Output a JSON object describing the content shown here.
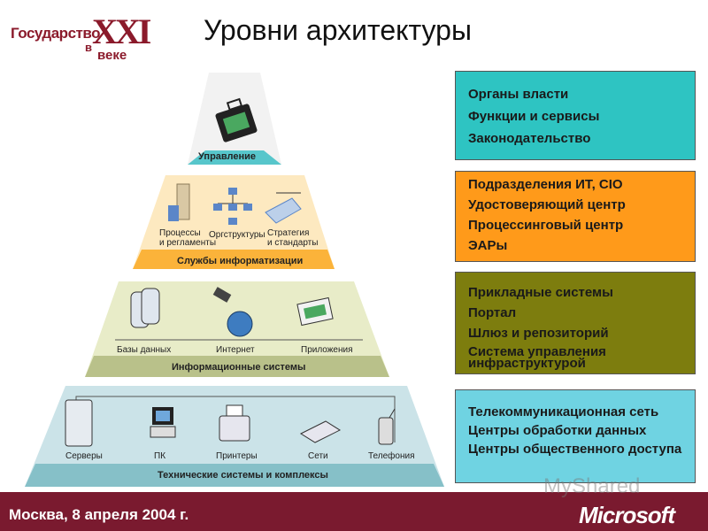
{
  "header": {
    "title": "Уровни архитектуры",
    "logo": {
      "line1": "Государство",
      "roman": "XXI",
      "prep": "в",
      "word": "веке"
    }
  },
  "pyramid": {
    "tier1": {
      "label": "Управление"
    },
    "tier2": {
      "label": "Службы информатизации",
      "items": [
        "Процессы и регламенты",
        "Оргструктуры",
        "Стратегия и стандарты"
      ]
    },
    "tier3": {
      "label": "Информационные системы",
      "items": [
        "Базы данных",
        "Интернет",
        "Приложения"
      ]
    },
    "tier4": {
      "label": "Технические системы и комплексы",
      "items": [
        "Серверы",
        "ПК",
        "Принтеры",
        "Сети",
        "Телефония"
      ]
    }
  },
  "boxes": [
    {
      "color": "#2ec4c2",
      "items": [
        "Органы власти",
        "Функции и сервисы",
        "Законодательство"
      ]
    },
    {
      "color": "#ff9a1a",
      "items": [
        "Подразделения ИТ, CIO",
        "Удостоверяющий центр",
        "Процессинговый центр",
        "ЭАРы"
      ]
    },
    {
      "color": "#7d7d0e",
      "items": [
        "Прикладные системы",
        "Портал",
        "Шлюз и репозиторий",
        "Система управления инфраструктурой"
      ]
    },
    {
      "color": "#6fd3e2",
      "items": [
        "Телекоммуникационная сеть",
        "Центры обработки данных",
        "Центры общественного доступа"
      ]
    }
  ],
  "footer": {
    "text": "Москва, 8 апреля 2004 г.",
    "brand": "Microsoft",
    "watermark": "MyShared"
  }
}
